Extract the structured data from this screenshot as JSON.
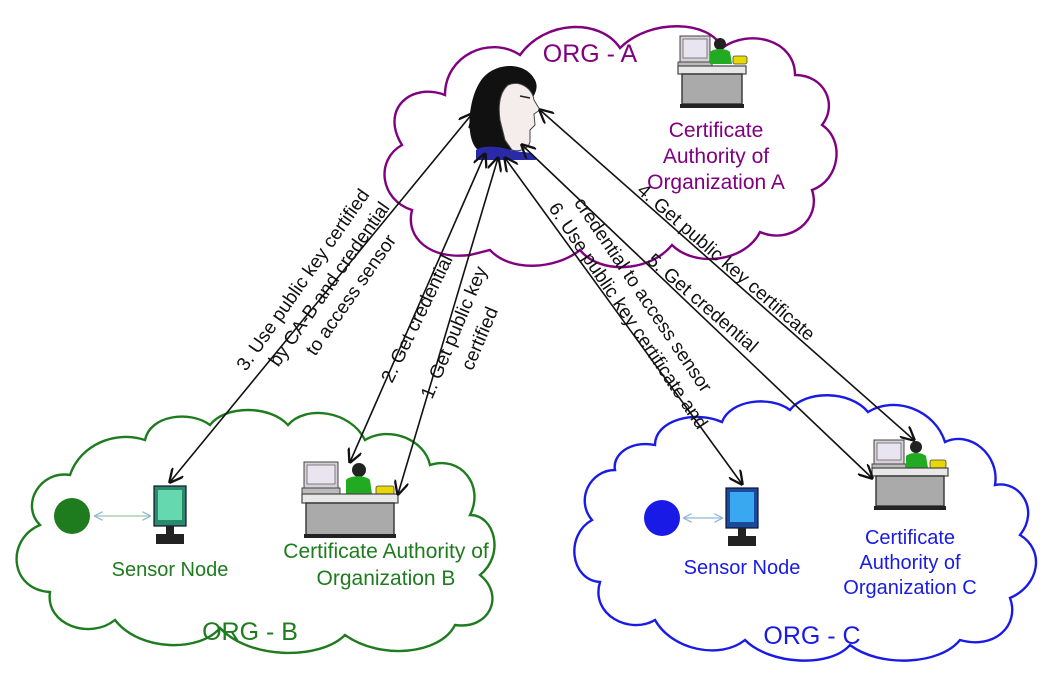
{
  "colors": {
    "org_a": "#800080",
    "org_b": "#1e7b1e",
    "org_c": "#1a1ae6",
    "arrow": "#111111"
  },
  "org_a": {
    "title": "ORG - A",
    "ca_label": [
      "Certificate",
      "Authority of",
      "Organization A"
    ],
    "icons": [
      "user-head-icon",
      "certificate-authority-workstation-icon"
    ]
  },
  "org_b": {
    "title": "ORG - B",
    "sensor_label": "Sensor Node",
    "ca_label": [
      "Certificate Authority of",
      "Organization B"
    ],
    "icons": [
      "sensor-dot-icon",
      "sensor-computer-icon",
      "certificate-authority-workstation-icon"
    ]
  },
  "org_c": {
    "title": "ORG - C",
    "sensor_label": "Sensor Node",
    "ca_label": [
      "Certificate",
      "Authority of",
      "Organization C"
    ],
    "icons": [
      "sensor-dot-icon",
      "sensor-computer-icon",
      "certificate-authority-workstation-icon"
    ]
  },
  "steps": {
    "s1": [
      "1.  Get public key",
      "certified"
    ],
    "s2": [
      "2.  Get credential"
    ],
    "s3": [
      "3.  Use public key certified",
      "by CA-B and credential",
      "to access sensor"
    ],
    "s4": [
      "4.  Get public key certificate"
    ],
    "s5": [
      "5.  Get credential"
    ],
    "s6": [
      "6.  Use public key certificate and",
      "credential to access sensor"
    ]
  }
}
